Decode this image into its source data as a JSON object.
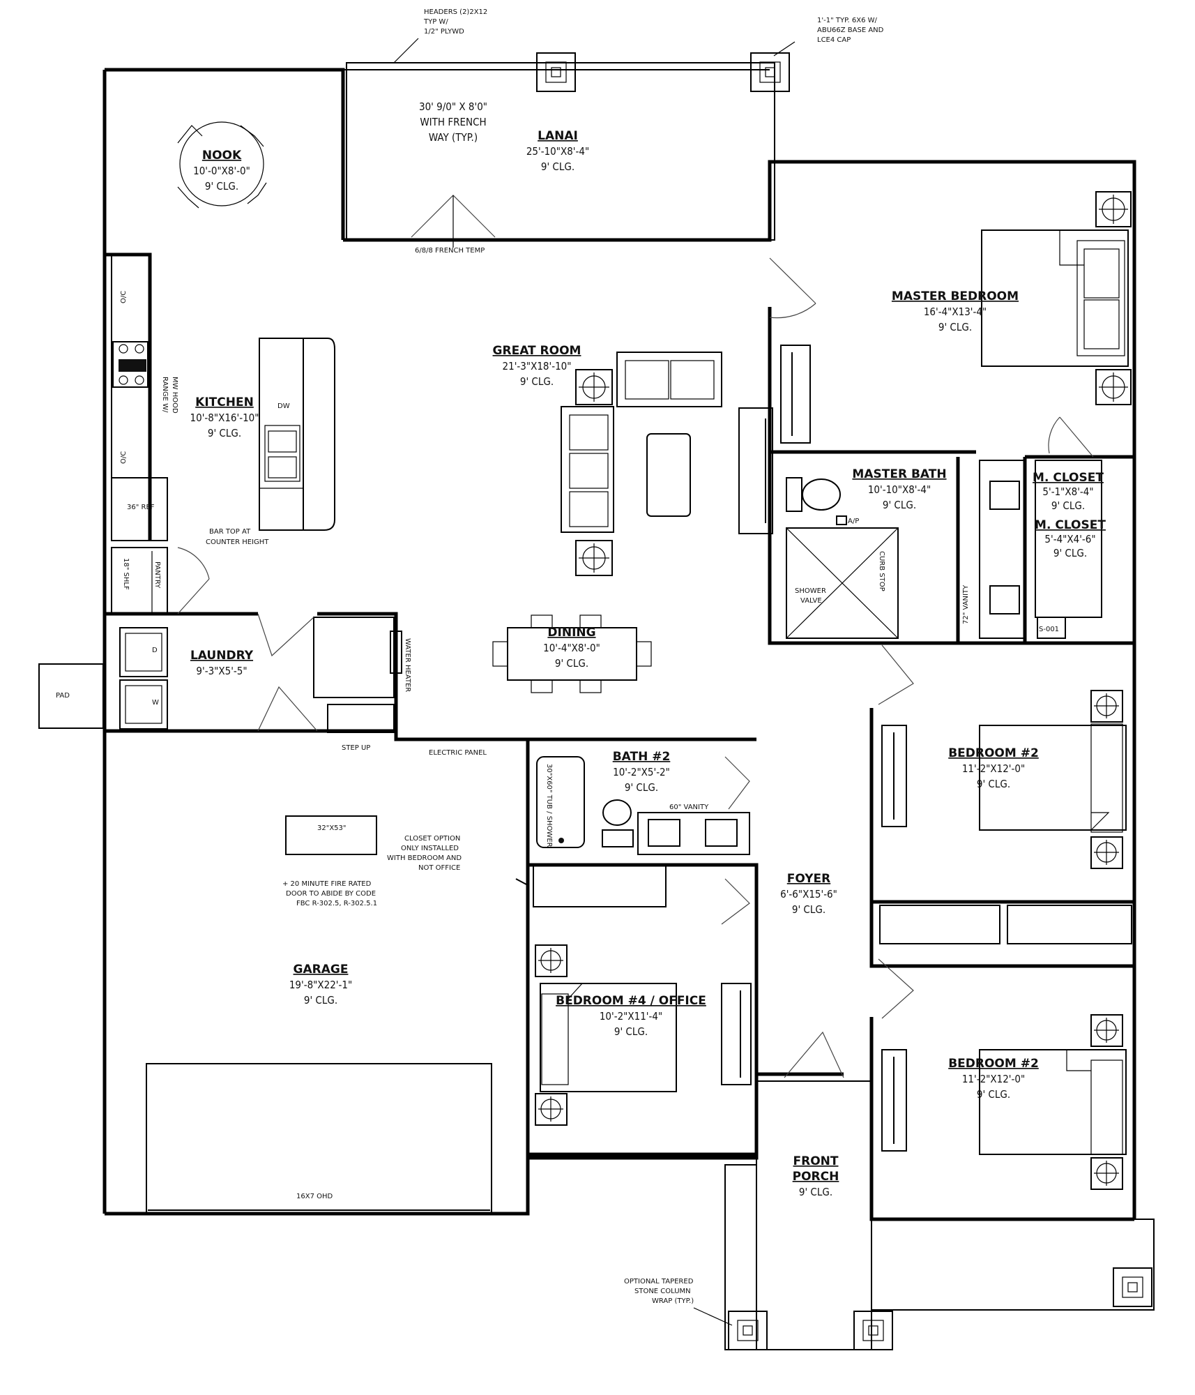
{
  "rooms": {
    "nook": {
      "name": "NOOK",
      "dims": "10'-0\"X8'-0\"",
      "ceiling": "9' CLG."
    },
    "lanai": {
      "name": "LANAI",
      "dims": "25'-10\"X8'-4\"",
      "ceiling": "9' CLG."
    },
    "master_bedroom": {
      "name": "MASTER BEDROOM",
      "dims": "16'-4\"X13'-4\"",
      "ceiling": "9' CLG."
    },
    "great_room": {
      "name": "GREAT ROOM",
      "dims": "21'-3\"X18'-10\"",
      "ceiling": "9' CLG."
    },
    "kitchen": {
      "name": "KITCHEN",
      "dims": "10'-8\"X16'-10\"",
      "ceiling": "9' CLG."
    },
    "master_bath": {
      "name": "MASTER BATH",
      "dims": "10'-10\"X8'-4\"",
      "ceiling": "9' CLG."
    },
    "m_closet_1": {
      "name": "M. CLOSET",
      "dims": "5'-1\"X8'-4\"",
      "ceiling": "9' CLG."
    },
    "m_closet_2": {
      "name": "M. CLOSET",
      "dims": "5'-4\"X4'-6\"",
      "ceiling": "9' CLG."
    },
    "laundry": {
      "name": "LAUNDRY",
      "dims": "9'-3\"X5'-5\"",
      "ceiling": ""
    },
    "dining": {
      "name": "DINING",
      "dims": "10'-4\"X8'-0\"",
      "ceiling": "9' CLG."
    },
    "bath2": {
      "name": "BATH #2",
      "dims": "10'-2\"X5'-2\"",
      "ceiling": "9' CLG."
    },
    "bedroom2_upper": {
      "name": "BEDROOM #2",
      "dims": "11'-2\"X12'-0\"",
      "ceiling": "9' CLG."
    },
    "foyer": {
      "name": "FOYER",
      "dims": "6'-6\"X15'-6\"",
      "ceiling": "9' CLG."
    },
    "garage": {
      "name": "GARAGE",
      "dims": "19'-8\"X22'-1\"",
      "ceiling": "9' CLG."
    },
    "bedroom4": {
      "name": "BEDROOM #4 / OFFICE",
      "dims": "10'-2\"X11'-4\"",
      "ceiling": "9' CLG."
    },
    "bedroom2_lower": {
      "name": "BEDROOM #2",
      "dims": "11'-2\"X12'-0\"",
      "ceiling": "9' CLG."
    },
    "front_porch": {
      "name": "FRONT",
      "line2": "PORCH",
      "ceiling": "9' CLG."
    }
  },
  "notes": {
    "headers_1": "HEADERS (2)2X12",
    "headers_2": "TYP       W/",
    "headers_3": "1/2\" PLYWD",
    "column_1": "1'-1\" TYP. 6X6 W/",
    "column_2": "ABU66Z BASE AND",
    "column_3": "LCE4 CAP",
    "french_1": "30' 9/0\" X 8'0\"",
    "french_2": "WITH FRENCH",
    "french_3": "WAY (TYP.)",
    "french_door": "6/8/8 FRENCH TEMP",
    "range": "RANGE W/",
    "range_2": "MW HOOD",
    "oc_1": "O/C",
    "oc_2": "O/C",
    "ref": "36\" REF",
    "pantry": "PANTRY",
    "shelf": "18\" SHLF",
    "bar_1": "BAR TOP AT",
    "bar_2": "COUNTER HEIGHT",
    "dw": "DW",
    "water_heater": "WATER HEATER",
    "step_up": "STEP UP",
    "electric_panel": "ELECTRIC PANEL",
    "shower_30": "30\"X60\" TUB / SHOWER",
    "vanity_60": "60\" VANITY",
    "vanity_72": "72\" VANITY",
    "shower_valve_1": "SHOWER",
    "shower_valve_2": "VALVE",
    "curb": "CURB STOP",
    "ap": "A/P",
    "sgn": "S-001",
    "dryer": "D",
    "washer": "W",
    "pad": "PAD",
    "attic": "32\"X53\"",
    "closet_1": "CLOSET OPTION",
    "closet_2": "ONLY INSTALLED",
    "closet_3": "WITH BEDROOM AND",
    "closet_4": "NOT OFFICE",
    "fire_1": "+ 20 MINUTE FIRE RATED",
    "fire_2": "DOOR TO ABIDE BY CODE",
    "fire_3": "FBC R-302.5, R-302.5.1",
    "ohd": "16X7 OHD",
    "stone_1": "OPTIONAL TAPERED",
    "stone_2": "STONE COLUMN",
    "stone_3": "WRAP (TYP.)"
  }
}
